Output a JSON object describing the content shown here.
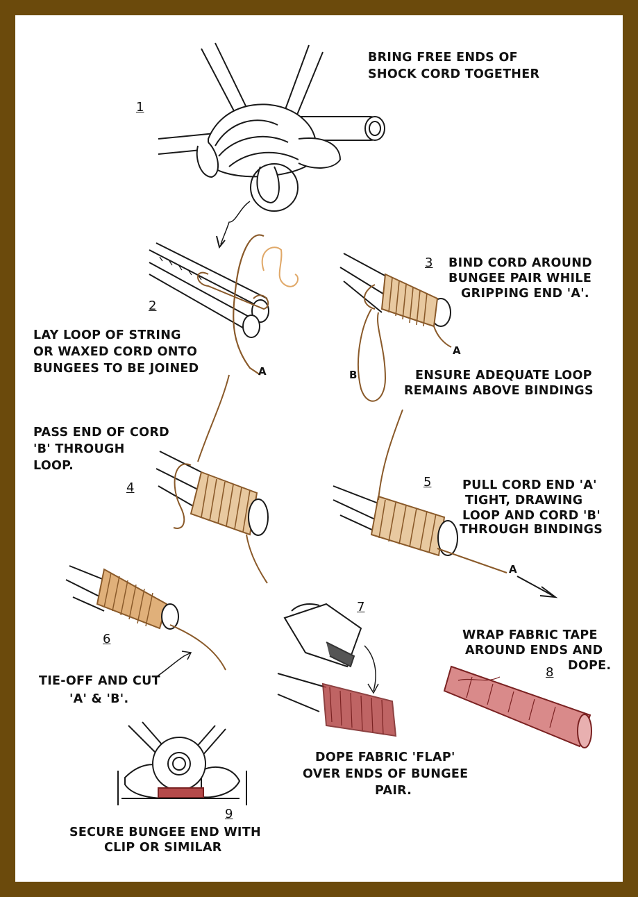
{
  "steps": [
    {
      "number": "1",
      "text": [
        "BRING FREE ENDS OF",
        "SHOCK CORD TOGETHER"
      ]
    },
    {
      "number": "2",
      "text": [
        "LAY LOOP OF STRING",
        "OR WAXED CORD ONTO",
        "BUNGEES TO BE JOINED"
      ]
    },
    {
      "number": "3",
      "text": [
        "BIND CORD AROUND",
        "BUNGEE PAIR WHILE",
        "GRIPPING END 'A'."
      ],
      "note": [
        "ENSURE ADEQUATE LOOP",
        "REMAINS ABOVE BINDINGS"
      ]
    },
    {
      "number": "4",
      "text": [
        "PASS END OF CORD",
        "'B' THROUGH",
        "LOOP."
      ]
    },
    {
      "number": "5",
      "text": [
        "PULL CORD END 'A'",
        "TIGHT, DRAWING",
        "LOOP AND CORD 'B'",
        "THROUGH BINDINGS"
      ]
    },
    {
      "number": "6",
      "text": [
        "TIE-OFF AND CUT",
        "'A' & 'B'."
      ]
    },
    {
      "number": "7",
      "text": [
        "DOPE FABRIC 'FLAP'",
        "OVER ENDS OF BUNGEE",
        "PAIR."
      ]
    },
    {
      "number": "8",
      "text": [
        "WRAP FABRIC TAPE",
        "AROUND ENDS AND",
        "DOPE."
      ]
    },
    {
      "number": "9",
      "text": [
        "SECURE BUNGEE END WITH",
        "CLIP OR SIMILAR"
      ]
    }
  ],
  "cord_labels": {
    "a": "A",
    "b": "B"
  },
  "colors": {
    "frame": "#6b4a0c",
    "cord": "#b87a3a",
    "fabric": "#b54a4a",
    "ink": "#1a1a1a"
  }
}
